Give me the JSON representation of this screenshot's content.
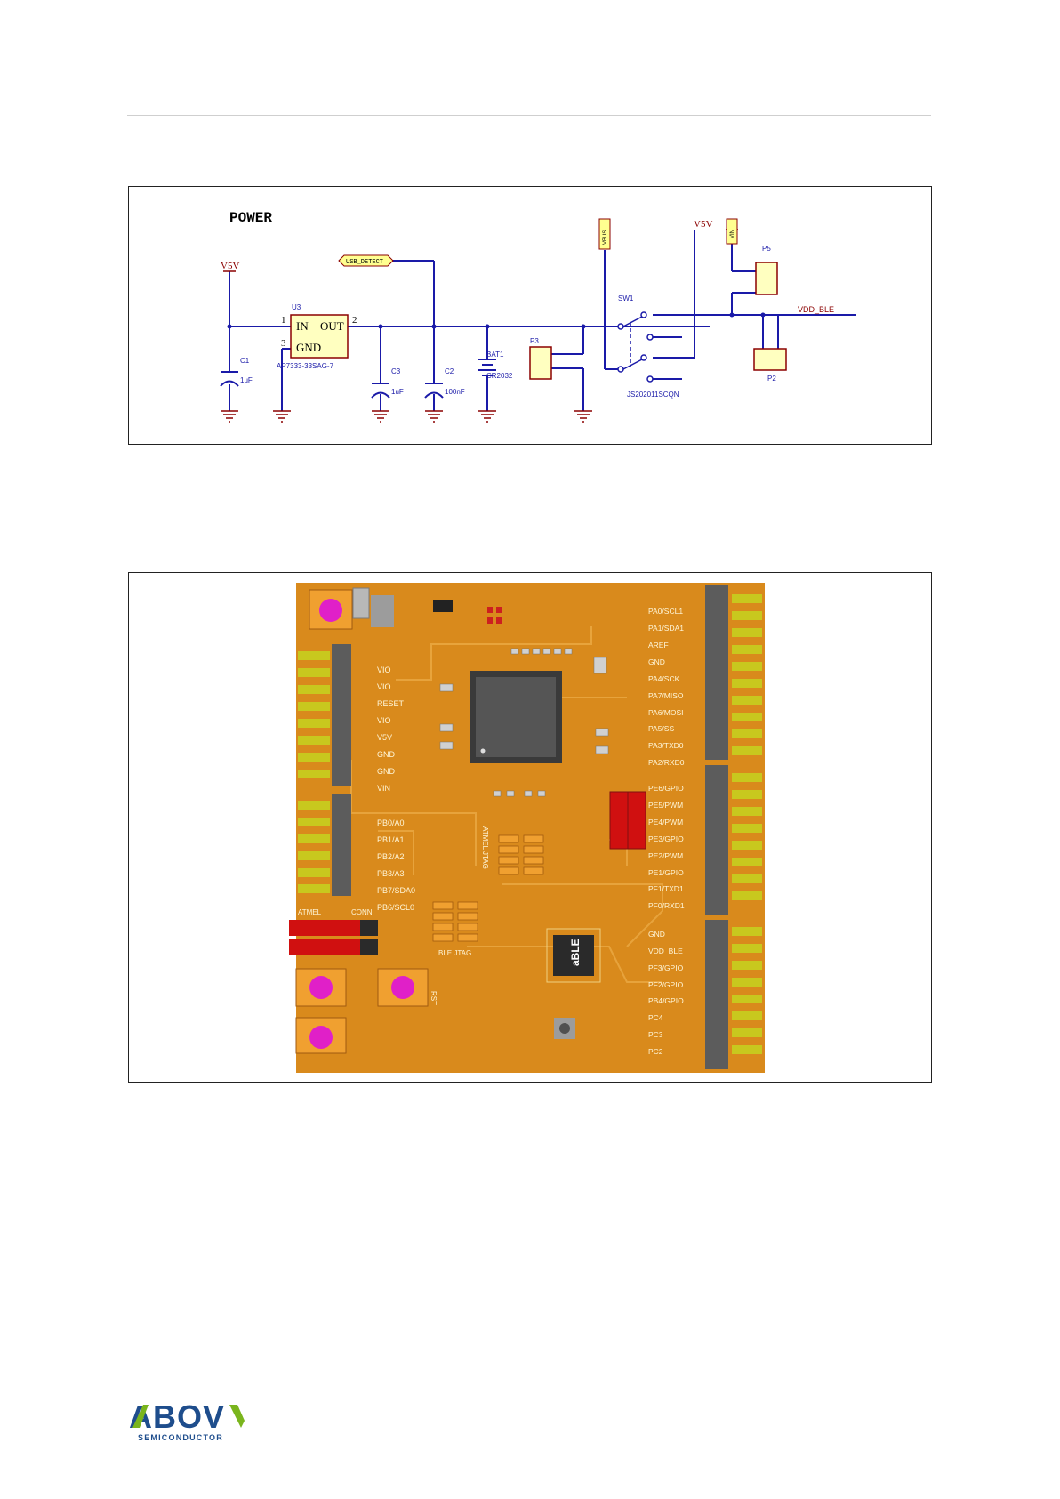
{
  "schematic": {
    "title": "POWER",
    "v5v_left": "V5V",
    "v5v_right": "V5V",
    "usb_detect": "USB_DETECT",
    "vbus": "VBUS",
    "vin": "VIN",
    "u3": {
      "ref": "U3",
      "in": "IN",
      "out": "OUT",
      "gnd": "GND",
      "pin1": "1",
      "pin2": "2",
      "pin3": "3",
      "part": "AP7333-33SAG-7"
    },
    "c1": {
      "ref": "C1",
      "value": "1uF"
    },
    "c3": {
      "ref": "C3",
      "value": "1uF"
    },
    "c2": {
      "ref": "C2",
      "value": "100nF"
    },
    "bat1": {
      "ref": "BAT1",
      "value": "CR2032"
    },
    "p3": "P3",
    "sw1": {
      "ref": "SW1",
      "part": "JS202011SCQN"
    },
    "p5": "P5",
    "p2": "P2",
    "vdd_ble": "VDD_BLE"
  },
  "board": {
    "left_pins_top": [
      "VIO",
      "VIO",
      "RESET",
      "VIO",
      "V5V",
      "GND",
      "GND",
      "VIN"
    ],
    "left_pins_bottom": [
      "PB0/A0",
      "PB1/A1",
      "PB2/A2",
      "PB3/A3",
      "PB7/SDA0",
      "PB6/SCL0"
    ],
    "right_pins_1": [
      "PA0/SCL1",
      "PA1/SDA1",
      "AREF",
      "GND",
      "PA4/SCK",
      "PA7/MISO",
      "PA6/MOSI",
      "PA5/SS",
      "PA3/TXD0",
      "PA2/RXD0"
    ],
    "right_pins_2": [
      "PE6/GPIO",
      "PE5/PWM",
      "PE4/PWM",
      "PE3/GPIO",
      "PE2/PWM",
      "PE1/GPIO",
      "PF1/TXD1",
      "PF0/RXD1"
    ],
    "right_pins_3": [
      "GND",
      "VDD_BLE",
      "PF3/GPIO",
      "PF2/GPIO",
      "PB4/GPIO",
      "PC4",
      "PC3",
      "PC2"
    ],
    "atmel_jtag": "ATMEL JTAG",
    "ble_jtag": "BLE JTAG",
    "atmel": "ATMEL",
    "conn": "CONN",
    "ble_chip": "aBLE",
    "rst": "RST",
    "colors": {
      "board": "#d98a1c",
      "trace": "#e9a640",
      "header": "#5c5c5c",
      "pin": "#c8c81e",
      "button": "#e020c8",
      "jumper": "#d01010"
    }
  },
  "footer": {
    "brand": "ABOV",
    "tagline": "SEMICONDUCTOR",
    "brand_color": "#1e4d8c",
    "accent_color": "#7ab51d"
  }
}
